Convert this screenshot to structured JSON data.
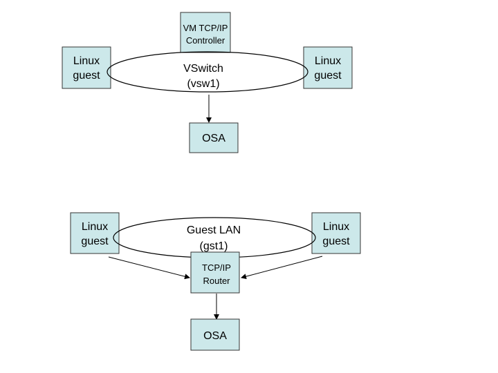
{
  "top": {
    "controller": [
      "VM TCP/IP",
      "Controller"
    ],
    "left_guest": [
      "Linux",
      "guest"
    ],
    "right_guest": [
      "Linux",
      "guest"
    ],
    "switch": [
      "VSwitch",
      "(vsw1)"
    ],
    "osa": "OSA"
  },
  "bottom": {
    "left_guest": [
      "Linux",
      "guest"
    ],
    "right_guest": [
      "Linux",
      "guest"
    ],
    "lan": [
      "Guest LAN",
      "(gst1)"
    ],
    "router": [
      "TCP/IP",
      "Router"
    ],
    "osa": "OSA"
  },
  "colors": {
    "box_fill": "#cce8ea",
    "box_stroke": "#333333"
  }
}
